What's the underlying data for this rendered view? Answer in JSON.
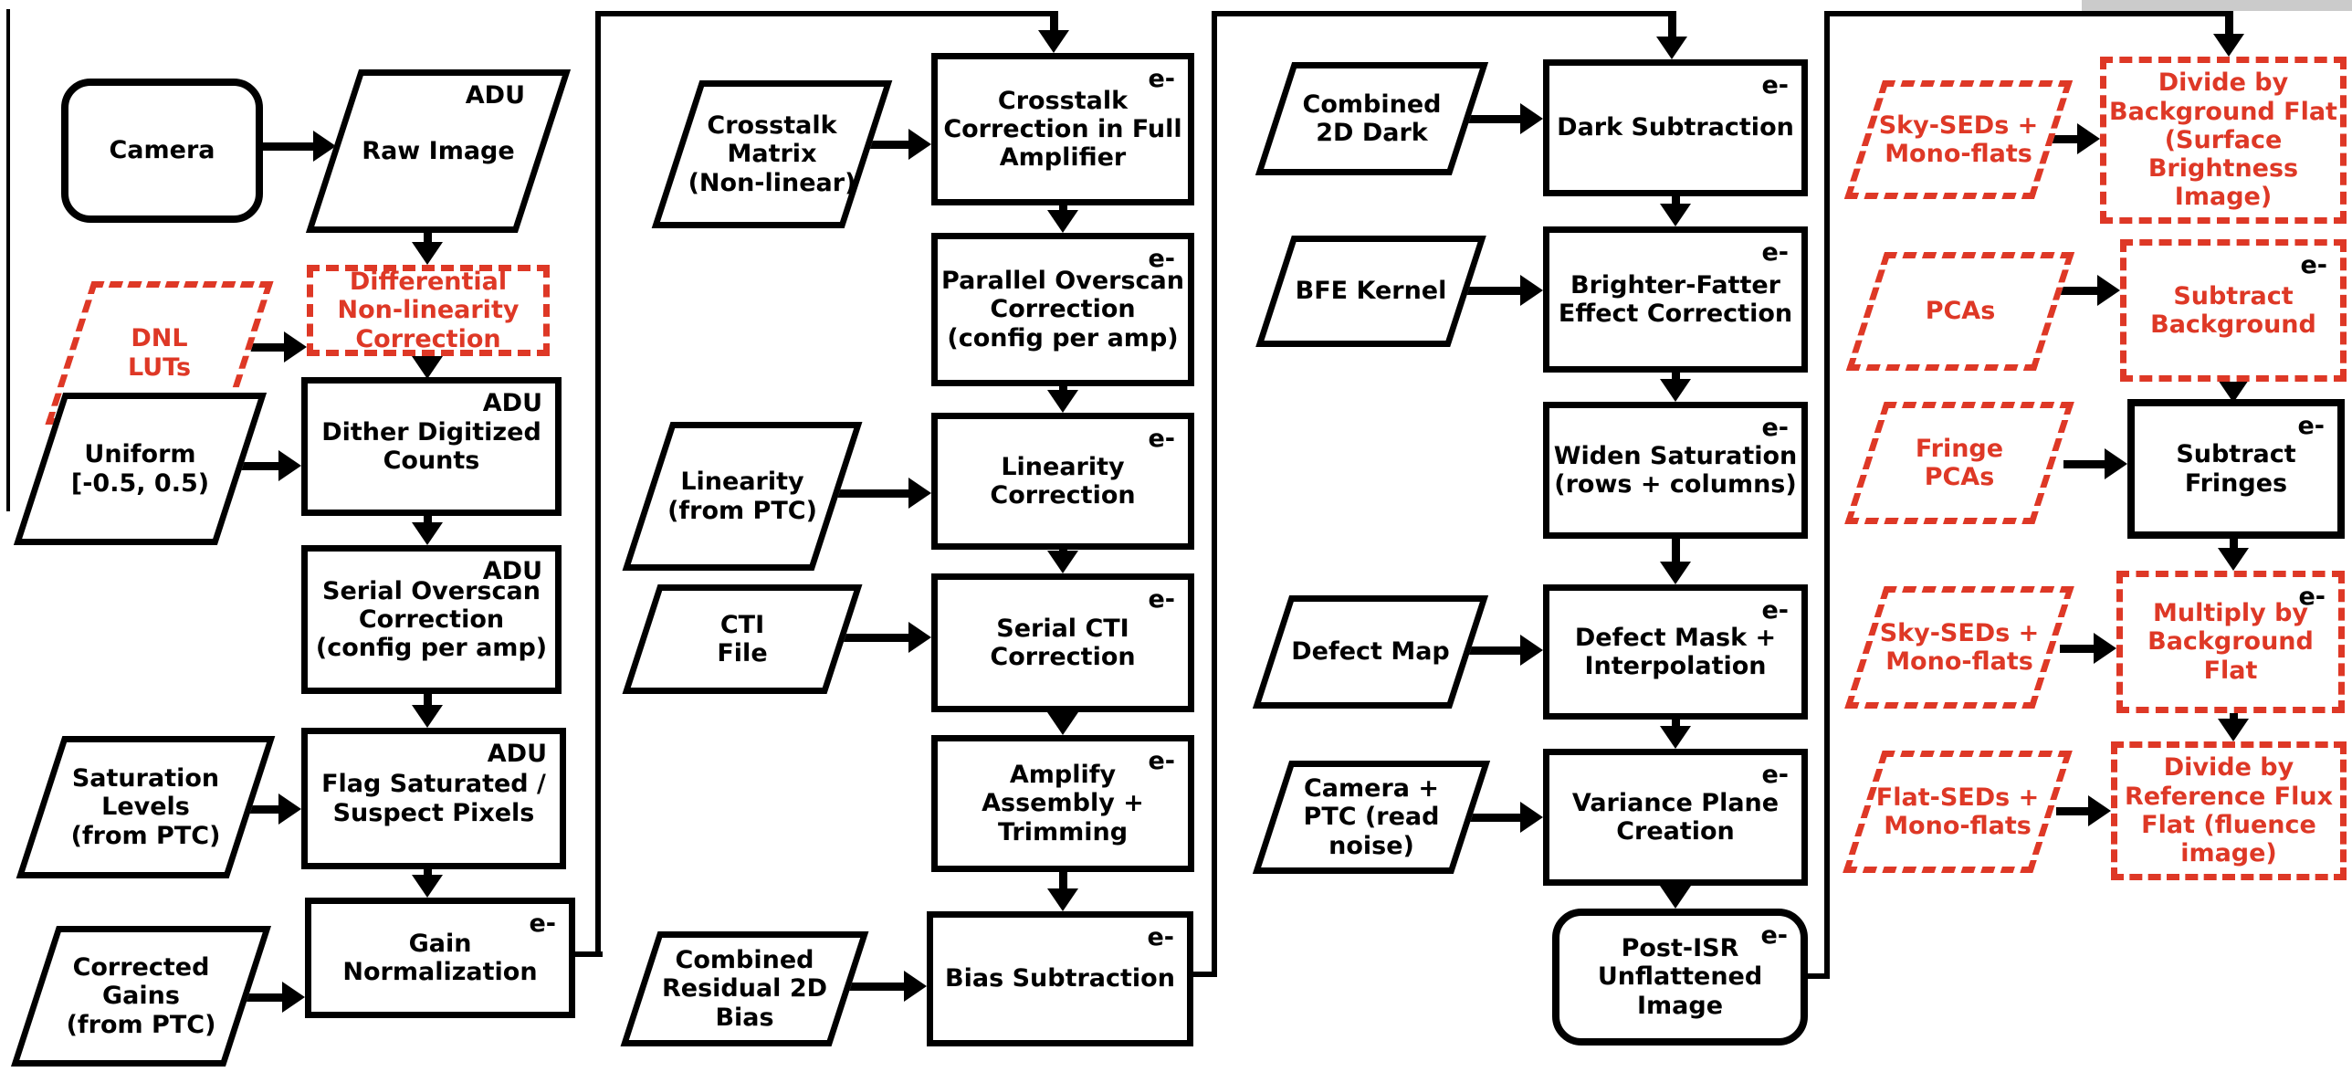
{
  "figure": {
    "type": "flowchart",
    "colors": {
      "process_black": "#000000",
      "calibration_red": "#de3826",
      "background": "#ffffff",
      "top_strip_grey": "#cbcbcb"
    },
    "units_seen": [
      "ADU",
      "e-"
    ]
  },
  "nodes": {
    "camera": {
      "label": "Camera"
    },
    "raw_image": {
      "label": "Raw Image",
      "unit": "ADU"
    },
    "dnl_luts": {
      "label": "DNL\nLUTs"
    },
    "dnl_correction": {
      "label": "Differential\nNon-linearity\nCorrection"
    },
    "uniform": {
      "label": "Uniform\n[-0.5, 0.5)"
    },
    "dither": {
      "label": "Dither Digitized\nCounts",
      "unit": "ADU"
    },
    "serial_overscan": {
      "label": "Serial Overscan\nCorrection\n(config per amp)",
      "unit": "ADU"
    },
    "saturation_levels": {
      "label": "Saturation\nLevels\n(from PTC)"
    },
    "flag_saturated": {
      "label": "Flag Saturated /\nSuspect Pixels",
      "unit": "ADU"
    },
    "corrected_gains": {
      "label": "Corrected\nGains\n(from PTC)"
    },
    "gain_normalization": {
      "label": "Gain\nNormalization",
      "unit": "e-"
    },
    "crosstalk_matrix": {
      "label": "Crosstalk\nMatrix\n(Non-linear)"
    },
    "crosstalk_correction": {
      "label": "Crosstalk\nCorrection in Full\nAmplifier",
      "unit": "e-"
    },
    "parallel_overscan": {
      "label": "Parallel Overscan\nCorrection\n(config per amp)",
      "unit": "e-"
    },
    "linearity_input": {
      "label": "Linearity\n(from PTC)"
    },
    "linearity_correction": {
      "label": "Linearity\nCorrection",
      "unit": "e-"
    },
    "cti_file": {
      "label": "CTI\nFile"
    },
    "serial_cti": {
      "label": "Serial CTI\nCorrection",
      "unit": "e-"
    },
    "amplify_assembly": {
      "label": "Amplify\nAssembly +\nTrimming",
      "unit": "e-"
    },
    "residual_bias": {
      "label": "Combined\nResidual 2D\nBias"
    },
    "bias_subtraction": {
      "label": "Bias Subtraction",
      "unit": "e-"
    },
    "combined_dark": {
      "label": "Combined\n2D Dark"
    },
    "dark_subtraction": {
      "label": "Dark Subtraction",
      "unit": "e-"
    },
    "bfe_kernel": {
      "label": "BFE Kernel"
    },
    "bfe_correction": {
      "label": "Brighter-Fatter\nEffect Correction",
      "unit": "e-"
    },
    "widen_saturation": {
      "label": "Widen Saturation\n(rows + columns)",
      "unit": "e-"
    },
    "defect_map": {
      "label": "Defect Map"
    },
    "defect_mask": {
      "label": "Defect Mask +\nInterpolation",
      "unit": "e-"
    },
    "camera_ptc": {
      "label": "Camera +\nPTC (read\nnoise)"
    },
    "variance_plane": {
      "label": "Variance Plane\nCreation",
      "unit": "e-"
    },
    "post_isr": {
      "label": "Post-ISR\nUnflattened\nImage",
      "unit": "e-"
    },
    "sky_seds_1": {
      "label": "Sky-SEDs +\nMono-flats"
    },
    "divide_background": {
      "label": "Divide by\nBackground Flat\n(Surface\nBrightness\nImage)"
    },
    "pcas": {
      "label": "PCAs"
    },
    "subtract_background": {
      "label": "Subtract\nBackground",
      "unit": "e-"
    },
    "fringe_pcas": {
      "label": "Fringe\nPCAs"
    },
    "subtract_fringes": {
      "label": "Subtract\nFringes",
      "unit": "e-"
    },
    "sky_seds_2": {
      "label": "Sky-SEDs +\nMono-flats"
    },
    "multiply_background": {
      "label": "Multiply by\nBackground\nFlat",
      "unit": "e-"
    },
    "flat_seds": {
      "label": "Flat-SEDs +\nMono-flats"
    },
    "divide_reference": {
      "label": "Divide by\nReference Flux\nFlat (fluence\nimage)"
    }
  }
}
